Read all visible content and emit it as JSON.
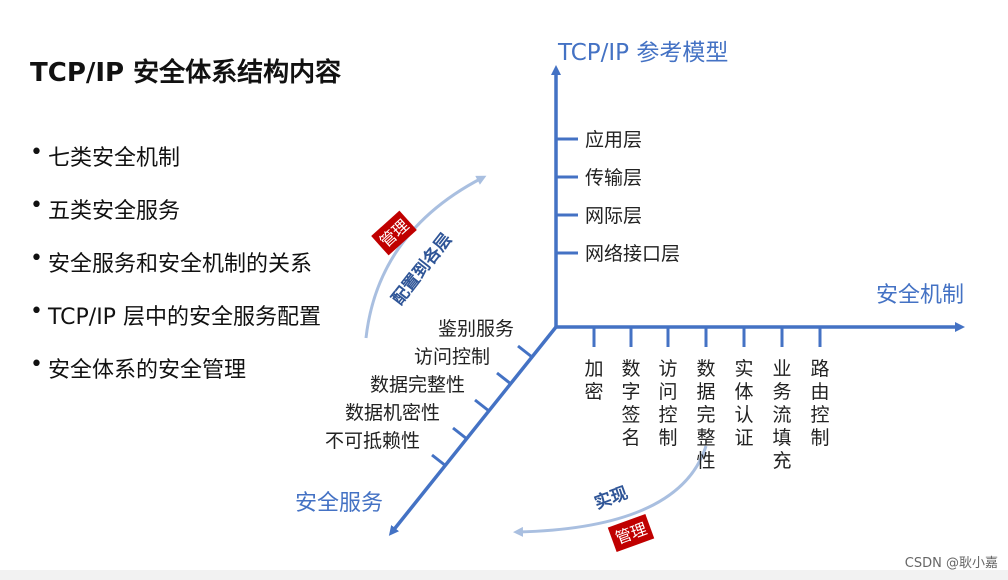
{
  "title": "TCP/IP 安全体系结构内容",
  "bullets": [
    "七类安全机制",
    "五类安全服务",
    "安全服务和安全机制的关系",
    "TCP/IP 层中的安全服务配置",
    "安全体系的安全管理"
  ],
  "axes": {
    "model": {
      "label": "TCP/IP 参考模型",
      "ticks": [
        "应用层",
        "传输层",
        "网际层",
        "网络接口层"
      ]
    },
    "mechanisms": {
      "label": "安全机制",
      "ticks": [
        "加密",
        "数字签名",
        "访问控制",
        "数据完整性",
        "实体认证",
        "业务流填充",
        "路由控制"
      ]
    },
    "services": {
      "label": "安全服务",
      "ticks": [
        "鉴别服务",
        "访问控制",
        "数据完整性",
        "数据机密性",
        "不可抵赖性"
      ]
    }
  },
  "arcs": {
    "upper": {
      "badge": "管理",
      "text": "配置到各层"
    },
    "lower": {
      "badge": "管理",
      "text": "实现"
    }
  },
  "colors": {
    "axis": "#4472c4",
    "badge": "#c00000",
    "arc": "#a9bfe0"
  },
  "watermark": "CSDN @耿小嘉"
}
